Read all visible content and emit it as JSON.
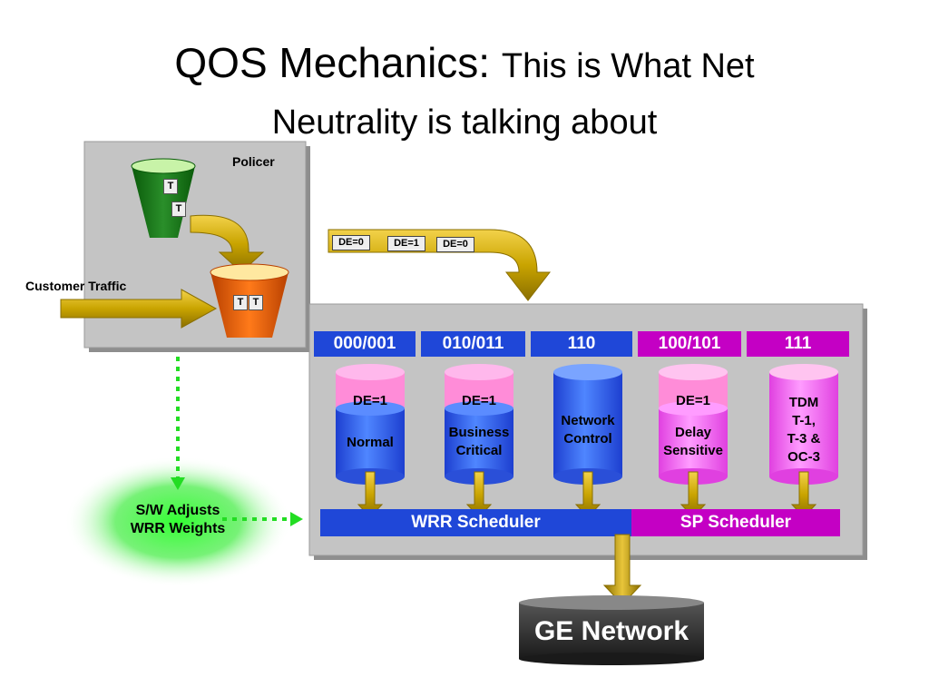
{
  "title": {
    "main": "QOS Mechanics: ",
    "sub": "This is What Net",
    "line2": "Neutrality is talking about"
  },
  "policer": {
    "label": "Policer",
    "top_tokens": [
      "T",
      "T"
    ],
    "bottom_tokens": [
      "T",
      "T"
    ]
  },
  "customer_traffic": "Customer Traffic",
  "de_tags": [
    "DE=0",
    "DE=1",
    "DE=0"
  ],
  "software": {
    "line1": "S/W Adjusts",
    "line2": "WRR Weights"
  },
  "queues": [
    {
      "label": "000/001",
      "de": "DE=1",
      "text": [
        "Normal"
      ],
      "color": "blue"
    },
    {
      "label": "010/011",
      "de": "DE=1",
      "text": [
        "Business",
        "Critical"
      ],
      "color": "blue"
    },
    {
      "label": "110",
      "de": "",
      "text": [
        "Network",
        "Control"
      ],
      "color": "blue"
    },
    {
      "label": "100/101",
      "de": "DE=1",
      "text": [
        "Delay",
        "Sensitive"
      ],
      "color": "magenta"
    },
    {
      "label": "111",
      "de": "",
      "text": [
        "TDM",
        "T-1,",
        "T-3 &",
        "OC-3"
      ],
      "color": "magenta"
    }
  ],
  "schedulers": {
    "wrr": "WRR Scheduler",
    "sp": "SP Scheduler"
  },
  "network": "GE Network",
  "colors": {
    "blue": "#2a55d8",
    "magenta": "#cc00cc",
    "gold": "#c9a400",
    "panel": "#c4c4c4",
    "green_line": "#22dd22"
  }
}
